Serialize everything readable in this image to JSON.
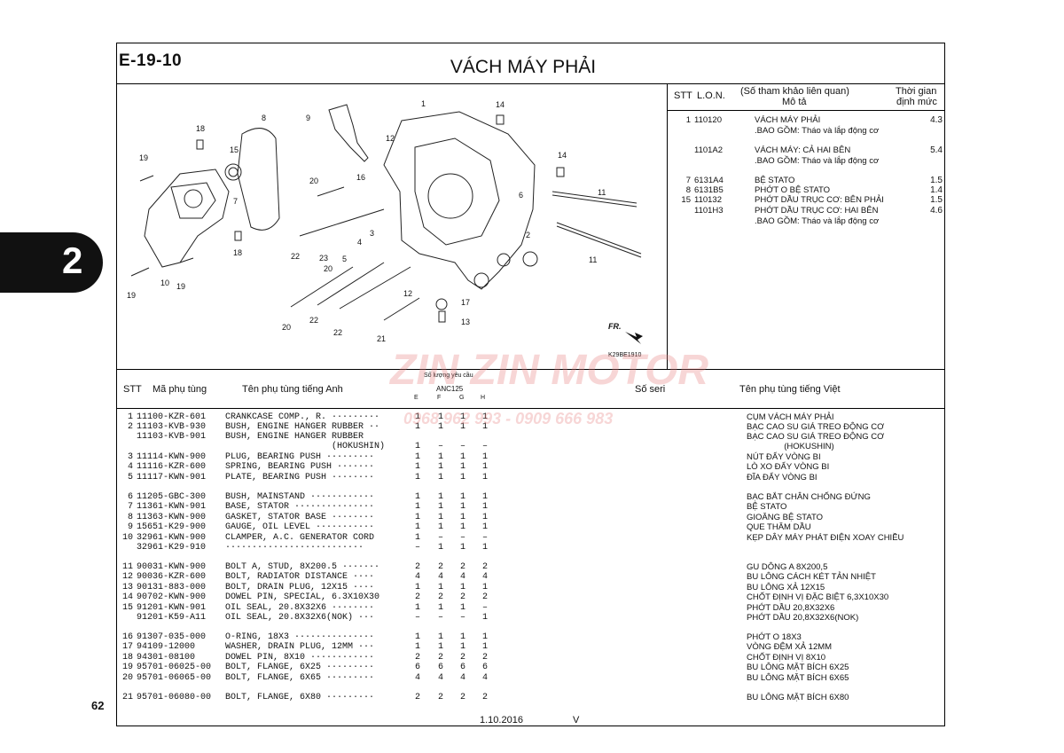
{
  "header": {
    "code": "E-19-10",
    "title": "VÁCH MÁY PHẢI"
  },
  "diagram": {
    "callouts": [
      "1",
      "2",
      "3",
      "4",
      "5",
      "6",
      "7",
      "8",
      "9",
      "10",
      "11",
      "11",
      "12",
      "12",
      "13",
      "14",
      "14",
      "15",
      "16",
      "17",
      "18",
      "18",
      "19",
      "19",
      "19",
      "20",
      "20",
      "20",
      "21",
      "22",
      "22",
      "22",
      "23"
    ],
    "fr_label": "FR.",
    "ref_code": "K29BE1910"
  },
  "lon_table": {
    "headers": {
      "stt": "STT",
      "lon": "L.O.N.",
      "desc_top": "(Số tham khảo liên quan)",
      "desc": "Mô tả",
      "time_top": "Thời gian",
      "time": "định mức"
    },
    "rows": [
      {
        "no": "1",
        "code": "110120",
        "desc": "VÁCH MÁY PHẢI",
        "sub": ".BAO GỒM: Tháo và lắp động cơ",
        "time": "4.3"
      },
      {
        "no": "",
        "code": "1101A2",
        "desc": "VÁCH MÁY: CẢ HAI BÊN",
        "sub": ".BAO GỒM: Tháo và lắp động cơ",
        "time": "5.4"
      },
      {
        "no": "7",
        "code": "6131A4",
        "desc": "BỆ STATO",
        "sub": "",
        "time": "1.5"
      },
      {
        "no": "8",
        "code": "6131B5",
        "desc": "PHỚT O BỆ STATO",
        "sub": "",
        "time": "1.4"
      },
      {
        "no": "15",
        "code": "110132",
        "desc": "PHỚT DẦU TRỤC CƠ: BÊN PHẢI",
        "sub": "",
        "time": "1.5"
      },
      {
        "no": "",
        "code": "1101H3",
        "desc": "PHỚT DẦU TRỤC CƠ: HAI BÊN",
        "sub": ".BAO GỒM: Tháo và lắp động cơ",
        "time": "4.6"
      }
    ]
  },
  "parts_header": {
    "stt": "STT",
    "part_no": "Mã phụ tùng",
    "name_en": "Tên phụ tùng tiếng Anh",
    "qty_caption": "Số lượng yêu cầu",
    "model": "ANC125",
    "variants": [
      "E",
      "F",
      "G",
      "H"
    ],
    "serial": "Số seri",
    "name_vn": "Tên phụ tùng tiếng Việt"
  },
  "parts": [
    {
      "stt": "1",
      "no": "11100-KZR-601",
      "en": "CRANKCASE COMP., R. ·········",
      "q": [
        "1",
        "1",
        "1",
        "1"
      ],
      "vn": "CỤM VÁCH MÁY PHẢI"
    },
    {
      "stt": "2",
      "no": "11103-KVB-930",
      "en": "BUSH, ENGINE HANGER RUBBER ··",
      "q": [
        "1",
        "1",
        "1",
        "1"
      ],
      "vn": "BẠC CAO SU GIÁ TREO ĐỘNG CƠ"
    },
    {
      "stt": "",
      "no": "11103-KVB-901",
      "en": "BUSH, ENGINE HANGER RUBBER",
      "q": [
        "",
        "",
        "",
        ""
      ],
      "vn": "BẠC CAO SU GIÁ TREO ĐỘNG CƠ"
    },
    {
      "stt": "",
      "no": "",
      "en": "                    (HOKUSHIN)",
      "q": [
        "1",
        "–",
        "–",
        "–"
      ],
      "vn": "                (HOKUSHIN)"
    },
    {
      "stt": "3",
      "no": "11114-KWN-900",
      "en": "PLUG, BEARING PUSH ·········",
      "q": [
        "1",
        "1",
        "1",
        "1"
      ],
      "vn": "NÚT ĐẨY VÒNG BI"
    },
    {
      "stt": "4",
      "no": "11116-KZR-600",
      "en": "SPRING, BEARING PUSH ·······",
      "q": [
        "1",
        "1",
        "1",
        "1"
      ],
      "vn": "LÒ XO ĐẨY VÒNG BI"
    },
    {
      "stt": "5",
      "no": "11117-KWN-901",
      "en": "PLATE, BEARING PUSH ········",
      "q": [
        "1",
        "1",
        "1",
        "1"
      ],
      "vn": "ĐĨA ĐẨY VÒNG BI"
    },
    {
      "stt": "6",
      "no": "11205-GBC-300",
      "en": "BUSH, MAINSTAND ············",
      "q": [
        "1",
        "1",
        "1",
        "1"
      ],
      "vn": "BẠC BẮT CHÂN CHỐNG ĐỨNG"
    },
    {
      "stt": "7",
      "no": "11361-KWN-901",
      "en": "BASE, STATOR ···············",
      "q": [
        "1",
        "1",
        "1",
        "1"
      ],
      "vn": "BỆ STATO"
    },
    {
      "stt": "8",
      "no": "11363-KWN-900",
      "en": "GASKET, STATOR BASE ········",
      "q": [
        "1",
        "1",
        "1",
        "1"
      ],
      "vn": "GIOĂNG BỆ STATO"
    },
    {
      "stt": "9",
      "no": "15651-K29-900",
      "en": "GAUGE, OIL LEVEL ···········",
      "q": [
        "1",
        "1",
        "1",
        "1"
      ],
      "vn": "QUE THĂM DẦU"
    },
    {
      "stt": "10",
      "no": "32961-KWN-900",
      "en": "CLAMPER, A.C. GENERATOR CORD",
      "q": [
        "1",
        "–",
        "–",
        "–"
      ],
      "vn": "KẸP DÂY MÁY PHÁT ĐIỆN XOAY CHIỀU"
    },
    {
      "stt": "",
      "no": "32961-K29-910",
      "en": "··························",
      "q": [
        "–",
        "1",
        "1",
        "1"
      ],
      "vn": ""
    },
    {
      "stt": "11",
      "no": "90031-KWN-900",
      "en": "BOLT A, STUD, 8X200.5 ·······",
      "q": [
        "2",
        "2",
        "2",
        "2"
      ],
      "vn": "GU DÔNG A 8X200,5"
    },
    {
      "stt": "12",
      "no": "90036-KZR-600",
      "en": "BOLT, RADIATOR DISTANCE ····",
      "q": [
        "4",
        "4",
        "4",
        "4"
      ],
      "vn": "BU LÔNG CÁCH KÉT TẢN NHIỆT"
    },
    {
      "stt": "13",
      "no": "90131-883-000",
      "en": "BOLT, DRAIN PLUG, 12X15 ····",
      "q": [
        "1",
        "1",
        "1",
        "1"
      ],
      "vn": "BU LÔNG XẢ 12X15"
    },
    {
      "stt": "14",
      "no": "90702-KWN-900",
      "en": "DOWEL PIN, SPECIAL, 6.3X10X30",
      "q": [
        "2",
        "2",
        "2",
        "2"
      ],
      "vn": "CHỐT ĐỊNH VỊ ĐẶC BIỆT 6,3X10X30"
    },
    {
      "stt": "15",
      "no": "91201-KWN-901",
      "en": "OIL SEAL, 20.8X32X6 ········",
      "q": [
        "1",
        "1",
        "1",
        "–"
      ],
      "vn": "PHỚT DẦU 20,8X32X6"
    },
    {
      "stt": "",
      "no": "91201-K59-A11",
      "en": "OIL SEAL, 20.8X32X6(NOK) ···",
      "q": [
        "–",
        "–",
        "–",
        "1"
      ],
      "vn": "PHỚT DẦU 20,8X32X6(NOK)"
    },
    {
      "stt": "16",
      "no": "91307-035-000",
      "en": "O-RING, 18X3 ···············",
      "q": [
        "1",
        "1",
        "1",
        "1"
      ],
      "vn": "PHỚT O 18X3"
    },
    {
      "stt": "17",
      "no": "94109-12000",
      "en": "WASHER, DRAIN PLUG, 12MM ···",
      "q": [
        "1",
        "1",
        "1",
        "1"
      ],
      "vn": "VÒNG ĐỆM XẢ 12MM"
    },
    {
      "stt": "18",
      "no": "94301-08100",
      "en": "DOWEL PIN, 8X10 ············",
      "q": [
        "2",
        "2",
        "2",
        "2"
      ],
      "vn": "CHỐT ĐỊNH VỊ 8X10"
    },
    {
      "stt": "19",
      "no": "95701-06025-00",
      "en": "BOLT, FLANGE, 6X25 ·········",
      "q": [
        "6",
        "6",
        "6",
        "6"
      ],
      "vn": "BU LÔNG MẶT BÍCH 6X25"
    },
    {
      "stt": "20",
      "no": "95701-06065-00",
      "en": "BOLT, FLANGE, 6X65 ·········",
      "q": [
        "4",
        "4",
        "4",
        "4"
      ],
      "vn": "BU LÔNG MẶT BÍCH 6X65"
    },
    {
      "stt": "21",
      "no": "95701-06080-00",
      "en": "BOLT, FLANGE, 6X80 ·········",
      "q": [
        "2",
        "2",
        "2",
        "2"
      ],
      "vn": "BU LÔNG MẶT BÍCH 6X80"
    }
  ],
  "footer": {
    "page": "62",
    "date": "1.10.2016",
    "version": "V",
    "section_tab": "2"
  },
  "watermark": {
    "brand": "ZIN ZIN MOTOR",
    "phone": "0968 962 993 - 0909 666 983"
  }
}
